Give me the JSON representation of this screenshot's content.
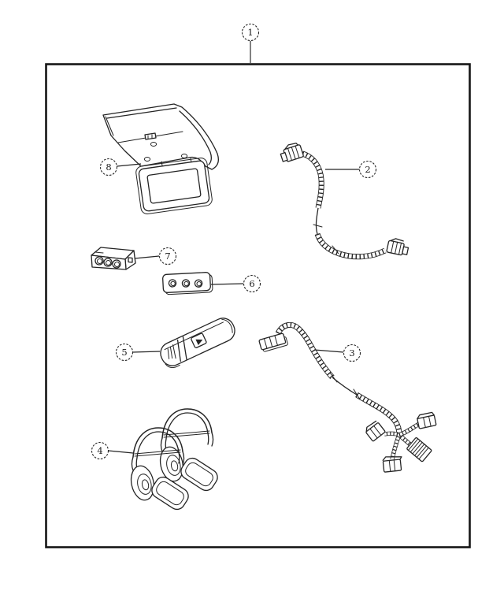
{
  "figure": {
    "type": "exploded-parts-diagram",
    "background_color": "#ffffff",
    "line_color": "#242424",
    "callouts": [
      {
        "label": "1",
        "part": "complete-kit"
      },
      {
        "label": "2",
        "part": "wiring-harness-upper"
      },
      {
        "label": "3",
        "part": "wiring-harness-lower"
      },
      {
        "label": "4",
        "part": "headphones-pair"
      },
      {
        "label": "5",
        "part": "remote-control"
      },
      {
        "label": "6",
        "part": "jack-faceplate"
      },
      {
        "label": "7",
        "part": "connector-block"
      },
      {
        "label": "8",
        "part": "overhead-video-monitor"
      }
    ]
  }
}
